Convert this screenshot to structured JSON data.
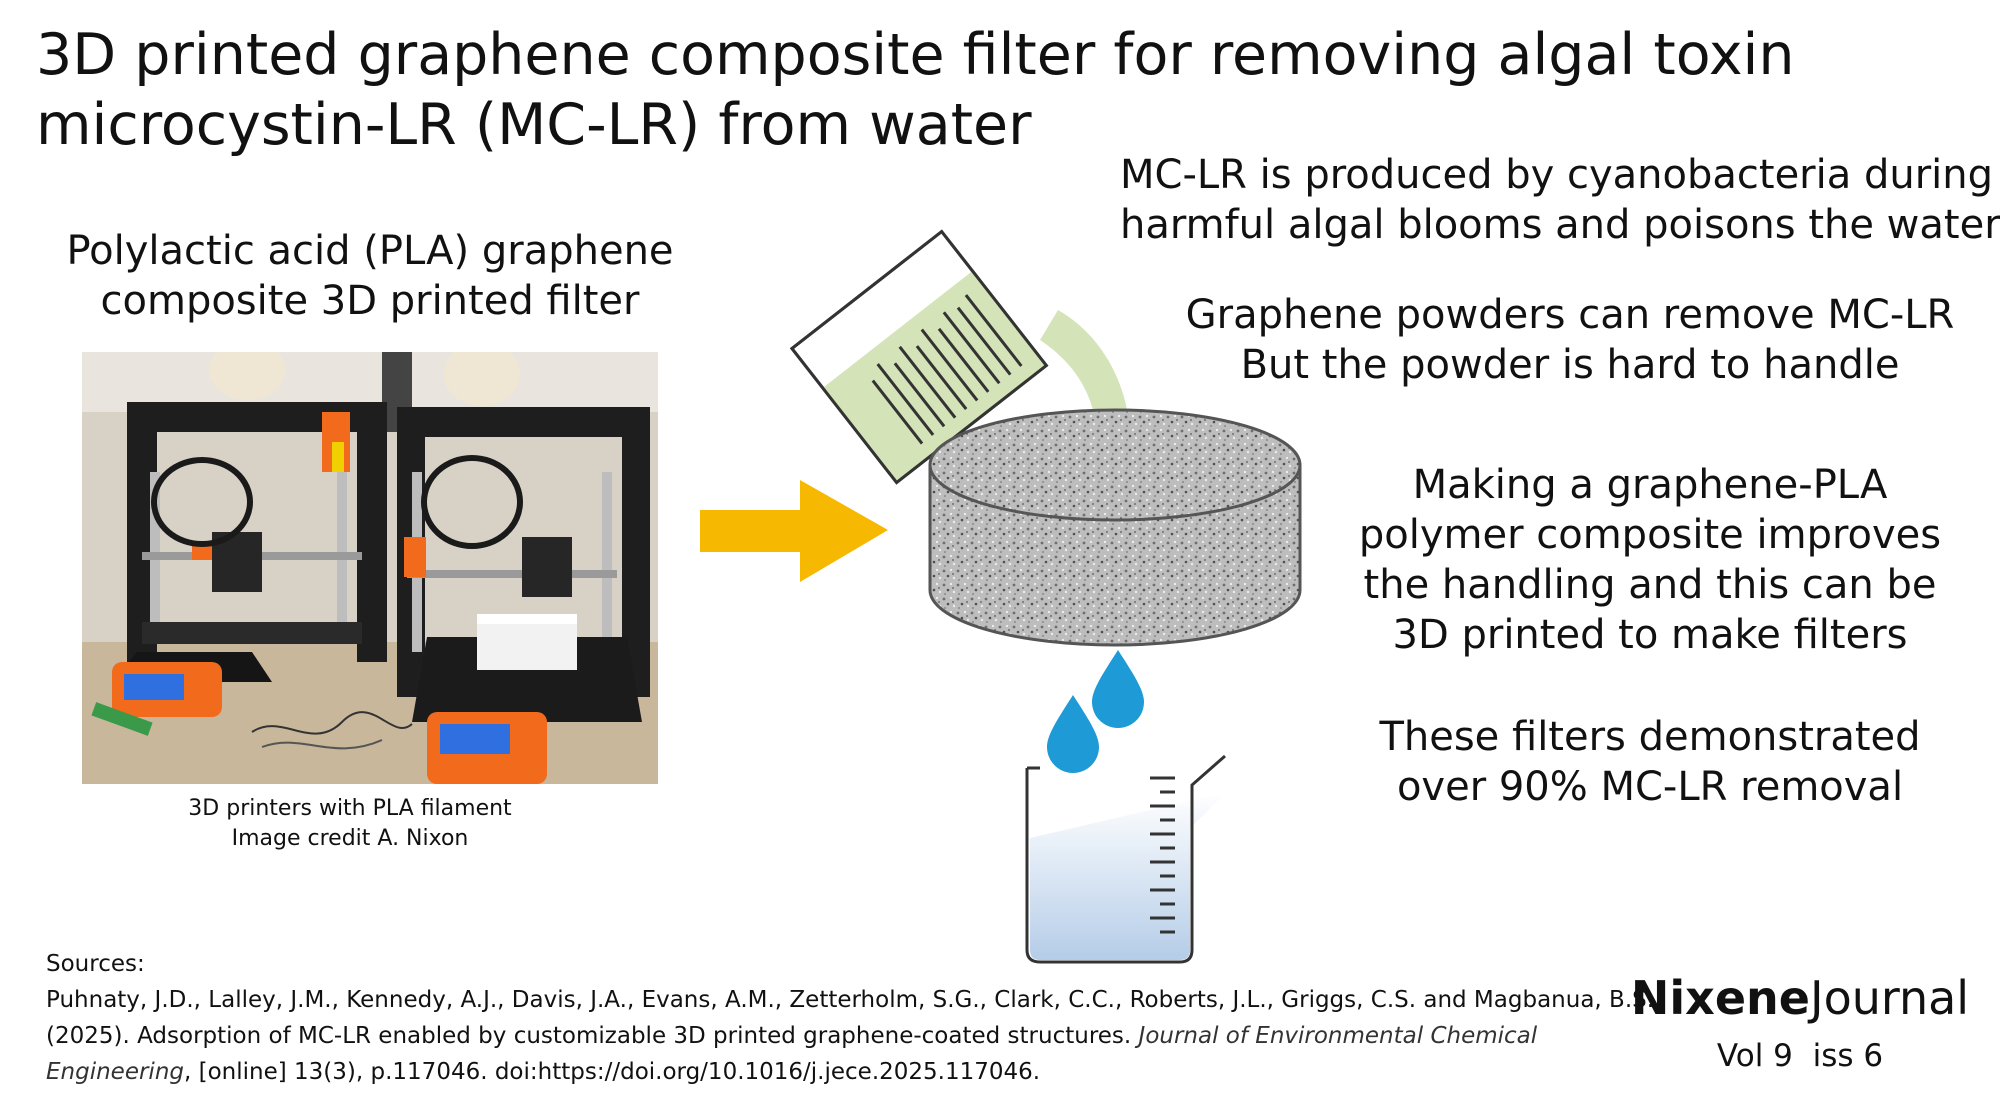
{
  "title": {
    "line1": "3D printed graphene composite filter for removing algal toxin",
    "line2": "microcystin-LR (MC-LR) from water"
  },
  "left_panel": {
    "heading_line1": "Polylactic acid (PLA) graphene",
    "heading_line2": "composite 3D printed filter",
    "caption_line1": "3D printers with PLA filament",
    "caption_line2": "Image credit A. Nixon"
  },
  "info": [
    {
      "line1": "MC-LR is produced by cyanobacteria during",
      "line2": "harmful algal blooms and poisons the water"
    },
    {
      "line1": "Graphene powders can remove MC-LR",
      "line2": "But the powder is hard to handle"
    },
    {
      "line1": "Making a graphene-PLA",
      "line2": "polymer composite improves",
      "line3": "the handling and this can be",
      "line4": "3D printed to make filters"
    },
    {
      "line1": "These filters demonstrated",
      "line2": "over 90% MC-LR removal"
    }
  ],
  "sources": {
    "label": "Sources:",
    "line1": "Puhnaty, J.D., Lalley, J.M., Kennedy, A.J., Davis, J.A., Evans, A.M., Zetterholm, S.G., Clark, C.C., Roberts, J.L., Griggs, C.S. and Magbanua, B.S.",
    "line2_plain": "(2025). Adsorption of MC-LR enabled by customizable 3D printed graphene-coated structures. ",
    "line2_italic": "Journal of Environmental Chemical",
    "line3_italic": "Engineering",
    "line3_plain": ", [online] 13(3), p.117046. doi:https://doi.org/10.1016/j.jece.2025.117046."
  },
  "brand": {
    "name_bold": "Nixene",
    "name_regular": "Journal",
    "issue": "Vol 9  iss 6"
  },
  "colors": {
    "arrow": "#f6b800",
    "liquid_green": "#d4e4b8",
    "water_drop": "#1e9ad6",
    "filter_gray": "#b9b9b9",
    "water_blue": "#bcd2ea",
    "printer_orange": "#f26b1d"
  }
}
